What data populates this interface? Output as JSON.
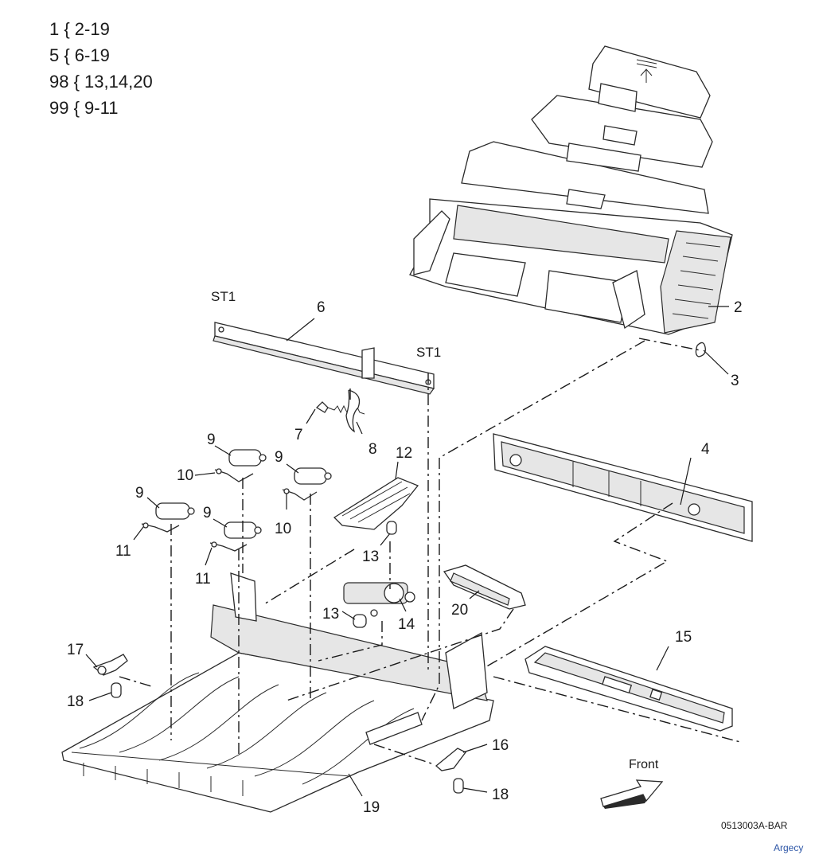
{
  "legend": [
    "1 { 2-19",
    "5 { 6-19",
    "98 { 13,14,20",
    "99 { 9-11"
  ],
  "callouts": {
    "c2": "2",
    "c3": "3",
    "c4": "4",
    "c6": "6",
    "c7": "7",
    "c8": "8",
    "c9a": "9",
    "c9b": "9",
    "c9c": "9",
    "c9d": "9",
    "c10a": "10",
    "c10b": "10",
    "c11a": "11",
    "c11b": "11",
    "c12": "12",
    "c13a": "13",
    "c13b": "13",
    "c14": "14",
    "c15": "15",
    "c16": "16",
    "c17": "17",
    "c18a": "18",
    "c18b": "18",
    "c19": "19",
    "c20": "20",
    "st1a": "ST1",
    "st1b": "ST1"
  },
  "front_label": "Front",
  "figure_id": "0513003A-BAR",
  "watermark": "Argecy"
}
